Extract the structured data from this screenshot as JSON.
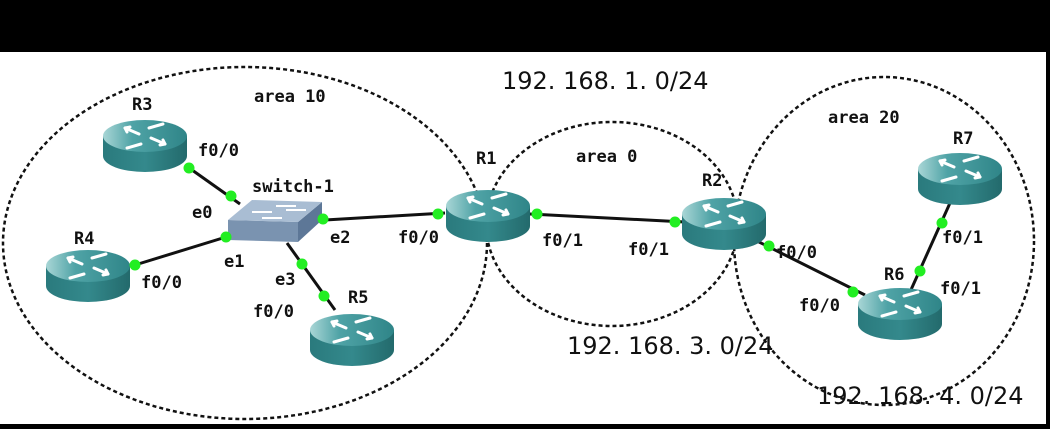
{
  "title": "OSPF multi-area topology",
  "colors": {
    "link_dot": "#22ee22",
    "router": "#2e8b8f",
    "switch": "#7f9ab8",
    "area_border": "#111111"
  },
  "areas": [
    {
      "id": "area10",
      "label": "area 10"
    },
    {
      "id": "area0",
      "label": "area 0"
    },
    {
      "id": "area20",
      "label": "area 20"
    }
  ],
  "networks": [
    {
      "id": "net1",
      "label": "192. 168. 1. 0/24"
    },
    {
      "id": "net3",
      "label": "192. 168. 3. 0/24"
    },
    {
      "id": "net4",
      "label": "192. 168. 4. 0/24"
    }
  ],
  "devices": {
    "R1": {
      "label": "R1",
      "type": "router"
    },
    "R2": {
      "label": "R2",
      "type": "router"
    },
    "R3": {
      "label": "R3",
      "type": "router"
    },
    "R4": {
      "label": "R4",
      "type": "router"
    },
    "R5": {
      "label": "R5",
      "type": "router"
    },
    "R6": {
      "label": "R6",
      "type": "router"
    },
    "R7": {
      "label": "R7",
      "type": "router"
    },
    "SW1": {
      "label": "switch-1",
      "type": "switch"
    }
  },
  "interfaces": {
    "r3_f00": "f0/0",
    "sw_e0": "e0",
    "r4_f00": "f0/0",
    "sw_e1": "e1",
    "sw_e2": "e2",
    "sw_e3": "e3",
    "r5_f00": "f0/0",
    "r1_f00": "f0/0",
    "r1_f01": "f0/1",
    "r2_f01": "f0/1",
    "r2_f00": "f0/0",
    "r6_f00": "f0/0",
    "r6_f01": "f0/1",
    "r7_f01": "f0/1"
  }
}
